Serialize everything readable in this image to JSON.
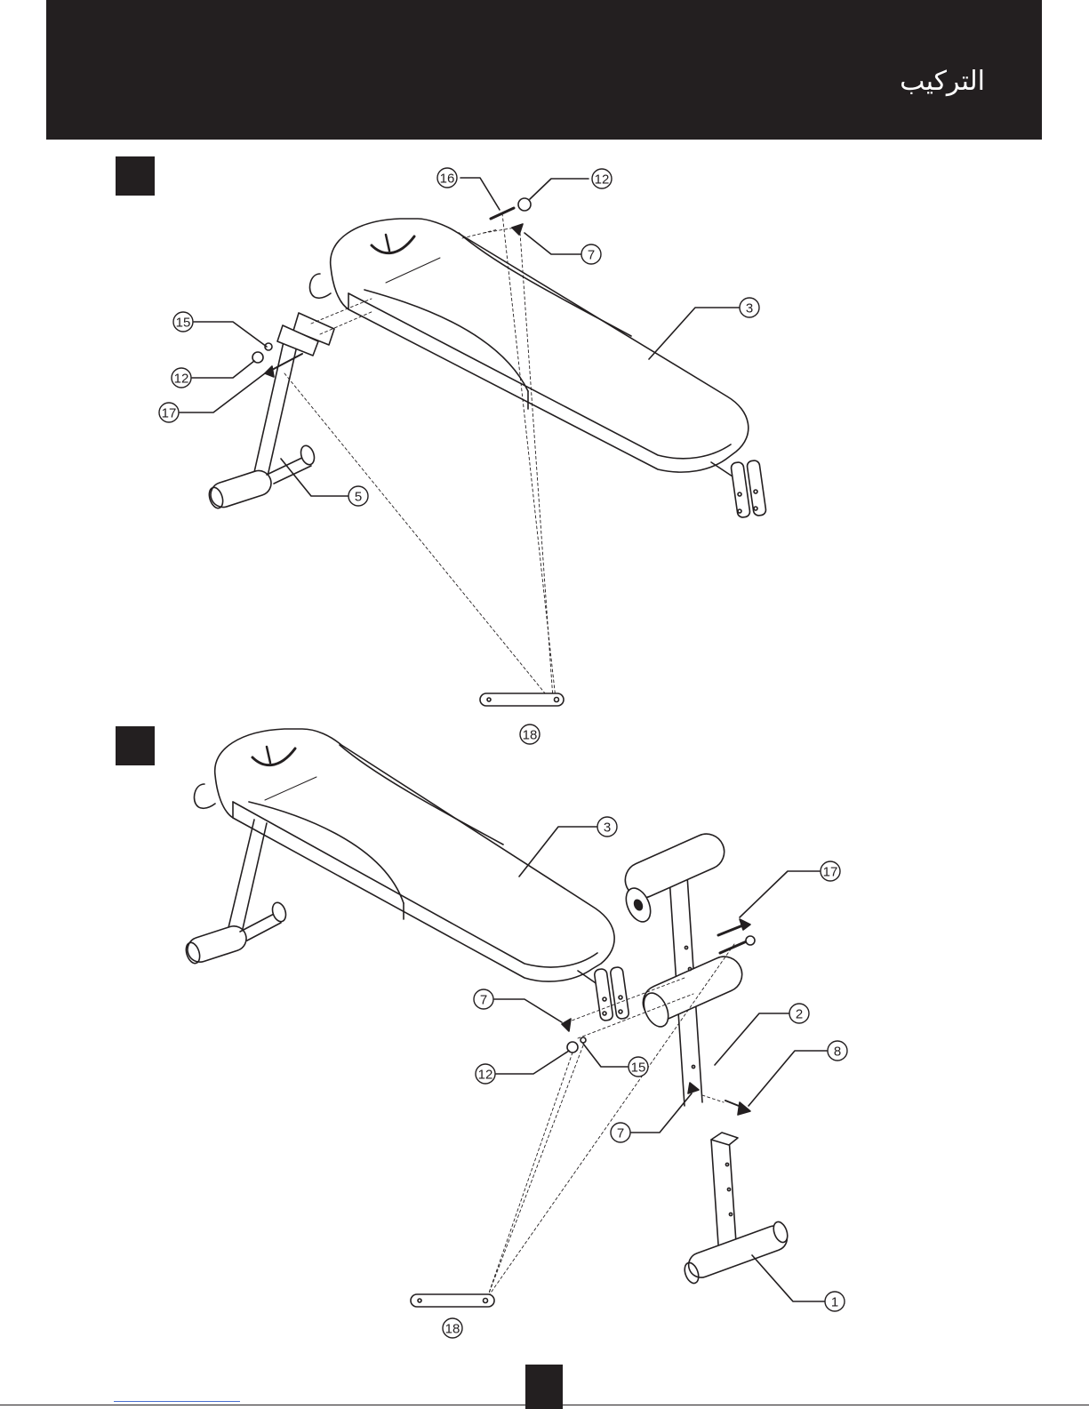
{
  "header": {
    "title": "التركيب",
    "background": "#231f20",
    "text_color": "#ffffff"
  },
  "steps": [
    {
      "callouts": [
        {
          "id": "c16",
          "label": "16"
        },
        {
          "id": "c12a",
          "label": "12"
        },
        {
          "id": "c7a",
          "label": "7"
        },
        {
          "id": "c3a",
          "label": "3"
        },
        {
          "id": "c15a",
          "label": "15"
        },
        {
          "id": "c12b",
          "label": "12"
        },
        {
          "id": "c17a",
          "label": "17"
        },
        {
          "id": "c5",
          "label": "5"
        },
        {
          "id": "c18a",
          "label": "18"
        }
      ]
    },
    {
      "callouts": [
        {
          "id": "c3b",
          "label": "3"
        },
        {
          "id": "c17b",
          "label": "17"
        },
        {
          "id": "c7b",
          "label": "7"
        },
        {
          "id": "c2",
          "label": "2"
        },
        {
          "id": "c12c",
          "label": "12"
        },
        {
          "id": "c15b",
          "label": "15"
        },
        {
          "id": "c8",
          "label": "8"
        },
        {
          "id": "c7c",
          "label": "7"
        },
        {
          "id": "c1",
          "label": "1"
        },
        {
          "id": "c18b",
          "label": "18"
        }
      ]
    }
  ],
  "bench_logo": "decathlon-bird-icon"
}
